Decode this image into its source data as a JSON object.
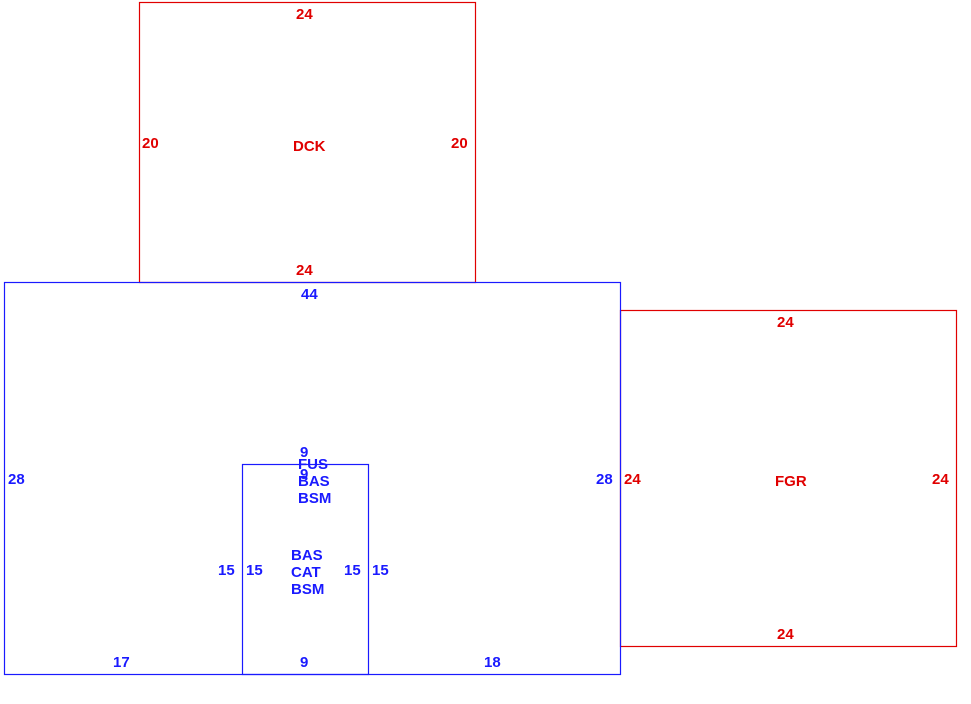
{
  "colors": {
    "red": "#e00000",
    "blue": "#1a1aff",
    "background": "#ffffff"
  },
  "sketch": {
    "dck": {
      "name": "DCK",
      "top": "24",
      "bottom": "24",
      "left": "20",
      "right": "20"
    },
    "main": {
      "top": "44",
      "left": "28",
      "right": "28",
      "bottom_left": "17",
      "bottom_right": "18",
      "labels": [
        "FUS",
        "BAS",
        "BSM"
      ],
      "upper_dim_a": "9",
      "upper_dim_b": "9"
    },
    "inner": {
      "bottom": "9",
      "left_outer": "15",
      "left_inner": "15",
      "right_inner": "15",
      "right_outer": "15",
      "labels": [
        "BAS",
        "CAT",
        "BSM"
      ]
    },
    "fgr": {
      "name": "FGR",
      "top": "24",
      "bottom": "24",
      "left": "24",
      "right": "24"
    }
  }
}
